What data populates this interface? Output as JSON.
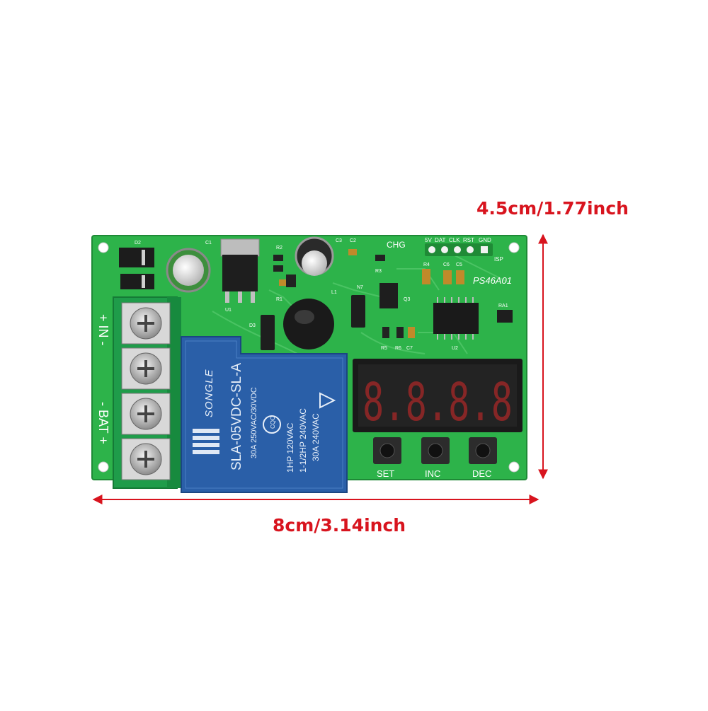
{
  "dimensions": {
    "height_label": "4.5cm/1.77inch",
    "width_label": "8cm/3.14inch",
    "arrow_color": "#d8141e"
  },
  "board": {
    "color": "#2db34a",
    "model": "PS46A01",
    "silkscreen": {
      "header_pins": [
        "5V",
        "DAT",
        "CLK",
        "RST",
        "GND"
      ],
      "isp": "ISP",
      "chg": "CHG",
      "in_label": "+ IN -",
      "bat_label": "- BAT +",
      "refs": [
        "D2",
        "C1",
        "U1",
        "R2",
        "C3",
        "C2",
        "R3",
        "R1",
        "L1",
        "N7",
        "Q3",
        "D3",
        "R4",
        "C6",
        "C5",
        "RA1",
        "R5",
        "R6",
        "C7",
        "U2"
      ]
    },
    "buttons": [
      "SET",
      "INC",
      "DEC"
    ],
    "display": {
      "digits": "8.8.8.8",
      "color": "#ff2a2a"
    }
  },
  "relay": {
    "brand": "SONGLE",
    "model": "SLA-05VDC-SL-A",
    "rating1": "30A 250VAC/30VDC",
    "rating_lines": [
      "1HP 120VAC",
      "1-1/2HP 240VAC",
      "30A 240VAC"
    ],
    "cert": "CQC",
    "color": "#2a5fa8"
  },
  "terminal_block": {
    "color": "#1f9c4a",
    "positions": 4
  }
}
